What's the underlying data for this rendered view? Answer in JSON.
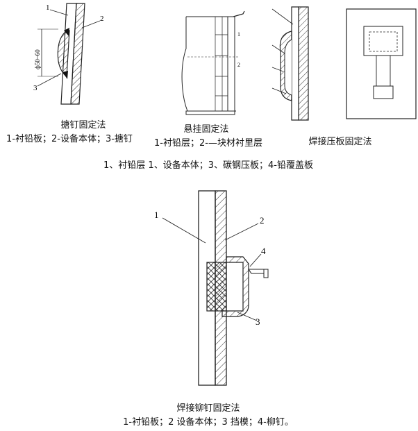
{
  "figures": {
    "nail": {
      "title": "搪钉固定法",
      "legend": "1-衬铅板；2-设备本体；3-搪钉",
      "labels": {
        "one": "1",
        "two": "2",
        "three": "3"
      },
      "dimension": "ф50~60"
    },
    "hang": {
      "title": "悬挂固定法",
      "legend": "1-衬铅层；2-—块材衬里层",
      "labels": {
        "one": "1",
        "two": "2"
      }
    },
    "plate": {
      "title": "焊接压板固定法"
    },
    "rivet": {
      "title": "焊接铆钉固定法",
      "legend": "1-衬铅板；2 设备本体；3 挡模；4-柳钉。",
      "labels": {
        "one": "1",
        "two": "2",
        "three": "3",
        "four": "4"
      }
    }
  },
  "middle_legend": "1、衬铅层 1、设备本体；3、碳钢压板；4-铅覆盖板",
  "colors": {
    "line": "#222222",
    "weld": "#111111"
  }
}
